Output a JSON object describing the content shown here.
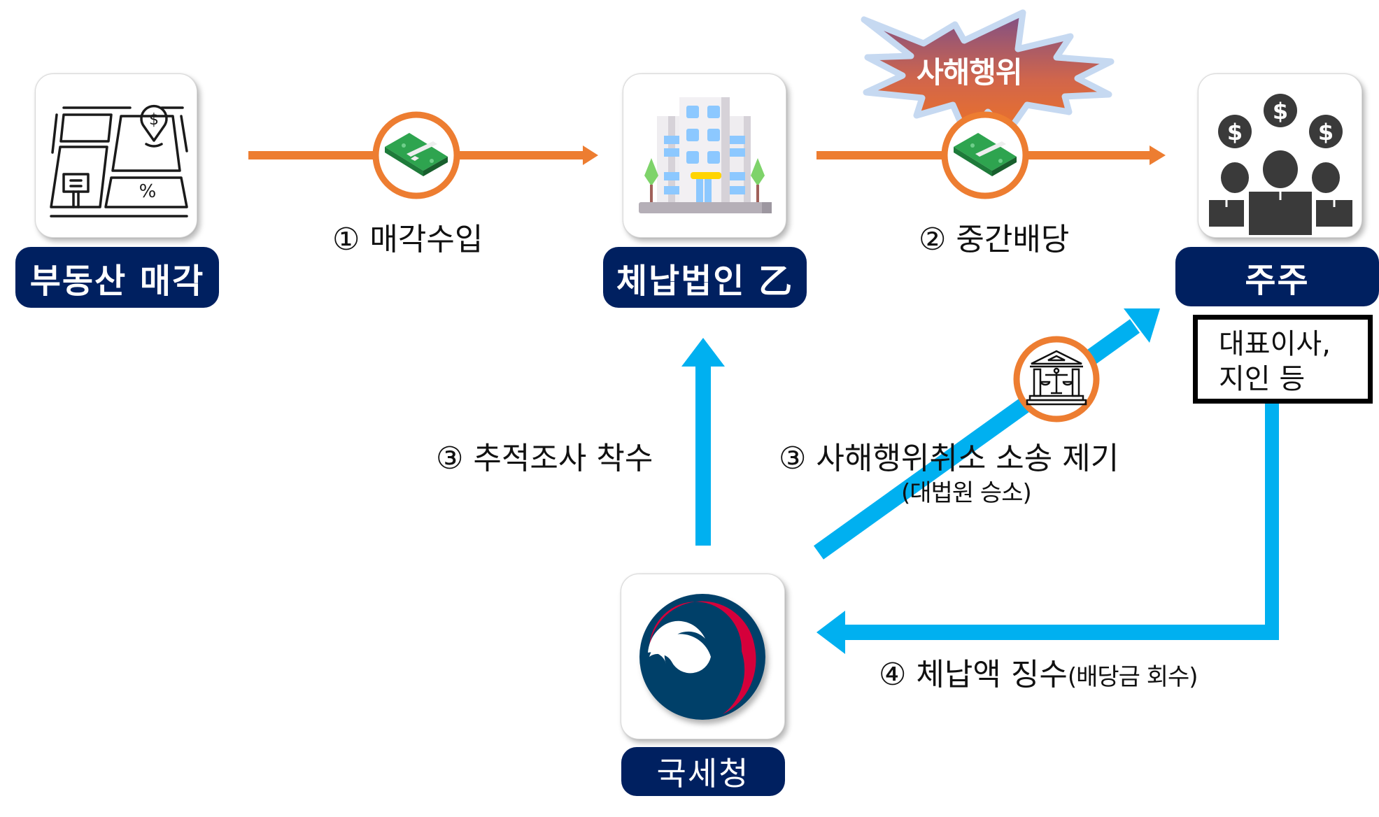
{
  "nodes": {
    "real_estate_sale": {
      "label": "부동산 매각",
      "icon": "real-estate-map-icon"
    },
    "delinquent_corp": {
      "label": "체납법인 乙",
      "icon": "office-building-icon"
    },
    "shareholders": {
      "label": "주주",
      "icon": "shareholders-money-icon",
      "note_line1": "대표이사,",
      "note_line2": "지인 등"
    },
    "nts": {
      "label": "국세청",
      "icon": "nts-emblem-icon"
    }
  },
  "flows": {
    "step1": {
      "label": "① 매각수입",
      "icon": "cash-bundle-icon"
    },
    "step2": {
      "label": "② 중간배당",
      "icon": "cash-bundle-icon",
      "burst_label": "사해행위"
    },
    "step3a": {
      "label": "③ 추적조사 착수"
    },
    "step3b": {
      "label": "③ 사해행위취소 소송 제기",
      "sublabel": "(대법원 승소)",
      "icon": "courthouse-icon"
    },
    "step4": {
      "label": "④ 체납액 징수",
      "sublabel": "(배당금 회수)"
    }
  },
  "colors": {
    "navy": "#002060",
    "orange": "#ED7D31",
    "blue": "#00B0F0",
    "burst_top": "#8E5A82",
    "burst_bottom": "#E9742E"
  }
}
